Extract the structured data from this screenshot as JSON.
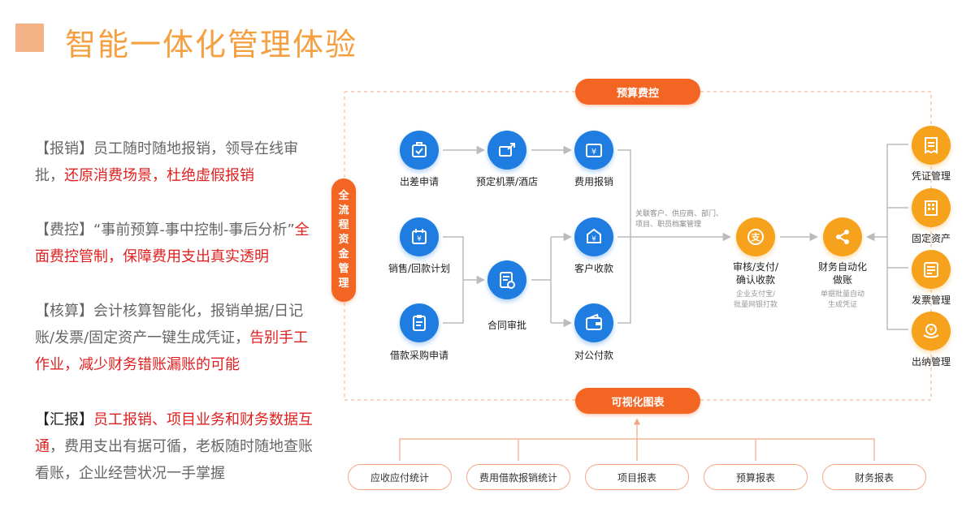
{
  "title": "智能一体化管理体验",
  "descriptions": [
    {
      "tag": "【报销】",
      "normal": "员工随时随地报销，领导在线审批，",
      "highlight": "还原消费场景，杜绝虚假报销"
    },
    {
      "tag": "【费控】",
      "normal": "“事前预算-事中控制-事后分析”",
      "highlight": "全面费控管制，保障费用支出真实透明"
    },
    {
      "tag": "【核算】",
      "normal": "会计核算智能化，报销单据/日记账/发票/固定资产一键生成凭证，",
      "highlight": "告别手工作业，减少财务错账漏账的可能"
    },
    {
      "tag": "【汇报】",
      "highlight": "员工报销、项目业务和财务数据互通",
      "normal": "，费用支出有据可循，老板随时随地查账看账，企业经营状况一手掌握"
    }
  ],
  "diagram": {
    "budget_pill": "预算费控",
    "visual_pill": "可视化图表",
    "process_pill": "全流程资金管理",
    "nodes": {
      "trip": "出差申请",
      "booking": "预定机票/酒店",
      "expense": "费用报销",
      "sales": "销售/回款计划",
      "contract": "合同审批",
      "collect": "客户收款",
      "loan": "借款采购申请",
      "pay": "对公付款",
      "audit": "审核/支付/确认收款",
      "auto": "财务自动化做账",
      "voucher": "凭证管理",
      "assets": "固定资产",
      "invoice": "发票管理",
      "cashier": "出纳管理"
    },
    "audit_lines": [
      "审核/支付/",
      "确认收款"
    ],
    "auto_lines": [
      "财务自动化",
      "做账"
    ],
    "audit_sub": [
      "企业支付宝/",
      "批量网银打款"
    ],
    "auto_sub": [
      "单据批量自动",
      "生成凭证"
    ],
    "link_note": [
      "关联客户、供应商、部门、",
      "项目、职员档案管理"
    ]
  },
  "reports": [
    "应收应付统计",
    "费用借款报销统计",
    "项目报表",
    "预算报表",
    "财务报表"
  ],
  "colors": {
    "accent": "#f26522",
    "blue": "#1f7ce0",
    "orange": "#f7a21c",
    "title": "#f4a040",
    "highlight": "#e02020"
  }
}
